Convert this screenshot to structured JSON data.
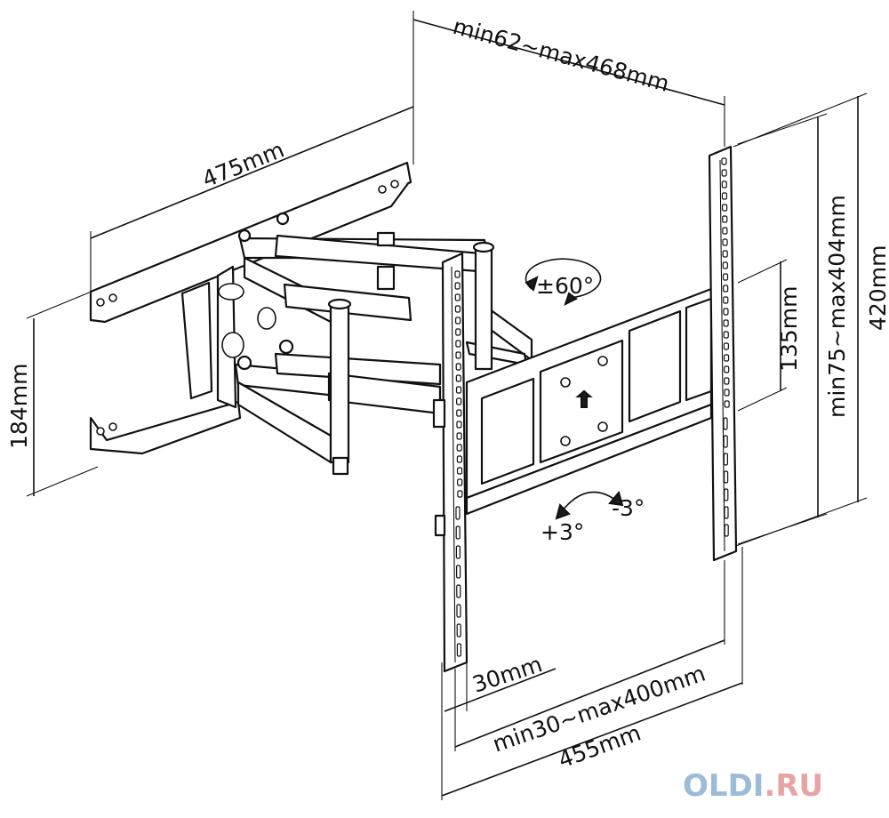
{
  "dimensions": {
    "arm_extension": "min62~max468mm",
    "wall_plate_width": "475mm",
    "wall_plate_height": "184mm",
    "rotation": "±60°",
    "vesa_height_small": "135mm",
    "vesa_height_range": "min75~max404mm",
    "total_height": "420mm",
    "tilt_plus": "+3°",
    "tilt_minus": "-3°",
    "offset": "30mm",
    "vesa_width_range": "min30~max400mm",
    "total_width": "455mm"
  },
  "watermark": {
    "text_blue": "OLDI",
    "text_dot": ".",
    "text_red": "RU",
    "color_blue": "#9bbbd8",
    "color_red": "#e8a3a3"
  },
  "line_color": "#111111"
}
